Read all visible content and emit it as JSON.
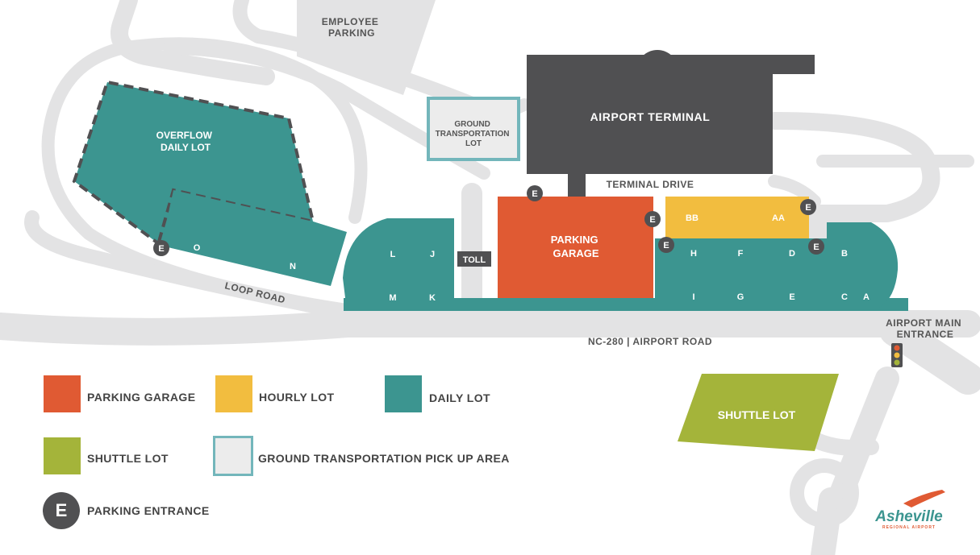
{
  "colors": {
    "road": "#e3e3e4",
    "garage": "#e05a33",
    "hourly": "#f2bd3f",
    "daily": "#3c9590",
    "shuttle": "#a4b43a",
    "ground_border": "#73b6bb",
    "ground_fill": "#ececec",
    "terminal": "#505052",
    "entrance": "#505052",
    "road_text": "#555555"
  },
  "map": {
    "employee_parking": [
      "EMPLOYEE",
      "PARKING"
    ],
    "ground_transportation_lot": [
      "GROUND",
      "TRANSPORTATION",
      "LOT"
    ],
    "airport_terminal": "AIRPORT TERMINAL",
    "terminal_drive": "TERMINAL DRIVE",
    "overflow_daily_lot": [
      "OVERFLOW",
      "DAILY LOT"
    ],
    "parking_garage": [
      "PARKING",
      "GARAGE"
    ],
    "toll": "TOLL",
    "loop_road": "LOOP ROAD",
    "airport_road": "NC-280 | AIRPORT ROAD",
    "airport_main_entrance": [
      "AIRPORT MAIN",
      "ENTRANCE"
    ],
    "shuttle_lot": "SHUTTLE LOT",
    "lots": {
      "O": "O",
      "N": "N",
      "L": "L",
      "J": "J",
      "M": "M",
      "K": "K",
      "BB": "BB",
      "AA": "AA",
      "H": "H",
      "F": "F",
      "D": "D",
      "B": "B",
      "I": "I",
      "G": "G",
      "E": "E",
      "C": "C",
      "A": "A"
    },
    "entrance_marker": "E"
  },
  "legend": {
    "parking_garage": "PARKING GARAGE",
    "hourly_lot": "HOURLY LOT",
    "daily_lot": "DAILY LOT",
    "shuttle_lot": "SHUTTLE LOT",
    "ground_transportation": "GROUND TRANSPORTATION PICK UP AREA",
    "parking_entrance": "PARKING ENTRANCE",
    "entrance_symbol": "E"
  },
  "logo": {
    "name": "Asheville",
    "subtitle": "REGIONAL AIRPORT"
  }
}
